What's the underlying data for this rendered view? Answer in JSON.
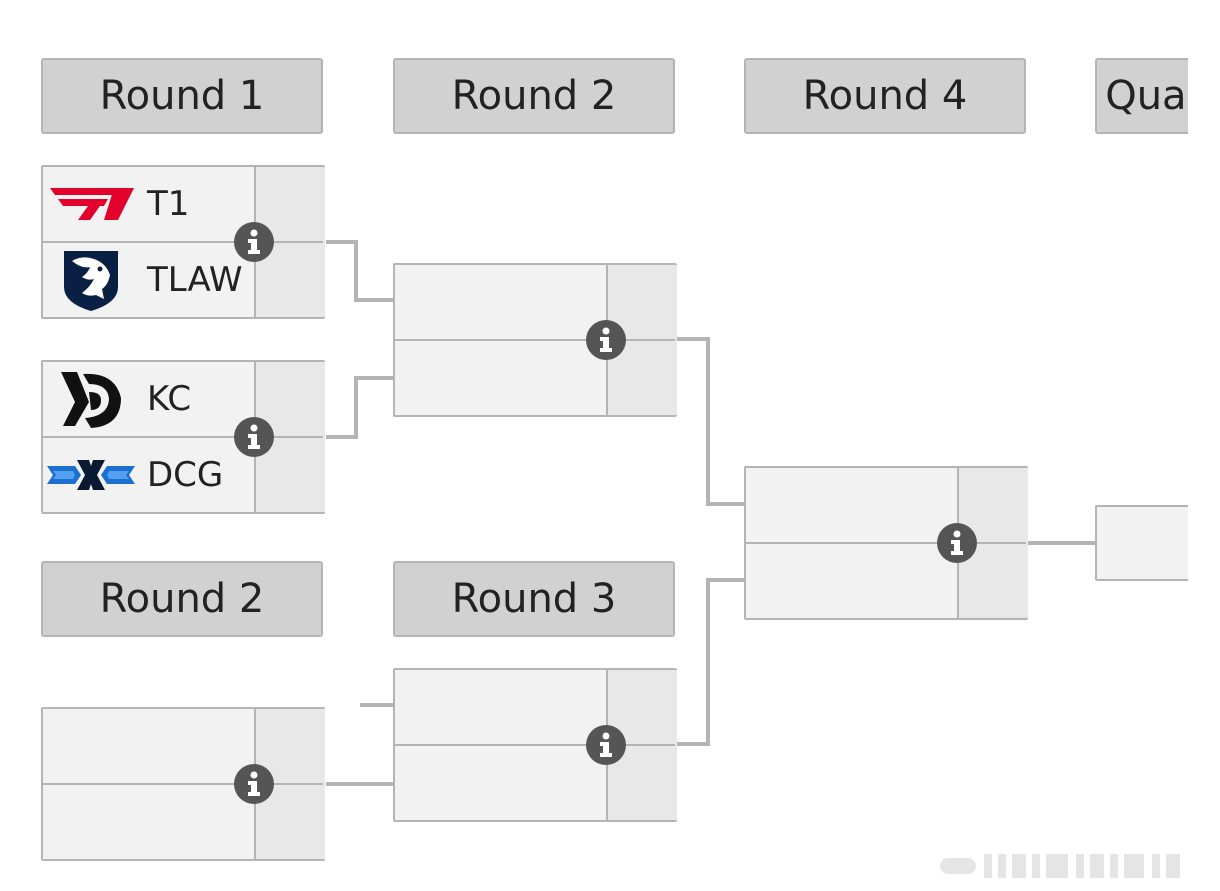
{
  "upper_bracket": {
    "round_headers": [
      "Round 1",
      "Round 2",
      "Round 4",
      "Quarterfinals"
    ]
  },
  "lower_bracket": {
    "round_headers": [
      "Round 2",
      "Round 3"
    ]
  },
  "matches": {
    "m1": {
      "team1": {
        "name": "T1",
        "logo": "t1-logo"
      },
      "team2": {
        "name": "TLAW",
        "logo": "team-liquid-logo"
      }
    },
    "m2": {
      "team1": {
        "name": "KC",
        "logo": "karmine-corp-logo"
      },
      "team2": {
        "name": "DCG",
        "logo": "dcg-logo"
      }
    }
  },
  "icons": {
    "match_info": "info-icon"
  },
  "colors": {
    "header_bg": "#d1d1d1",
    "match_bg": "#f2f2f2",
    "score_bg": "#e8e8e8",
    "border": "#b4b4b4",
    "info_button": "#555555",
    "t1_red": "#e2012d",
    "liquid_navy": "#0a1f44",
    "dcg_blue": "#1a6fd1"
  }
}
